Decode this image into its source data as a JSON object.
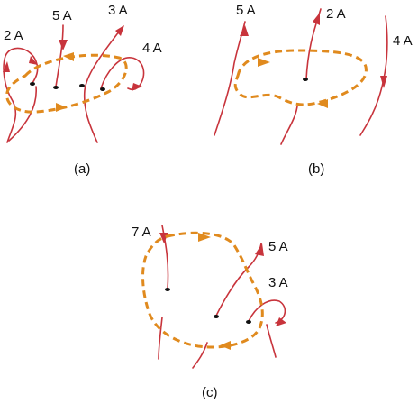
{
  "panels": {
    "a": {
      "caption": "(a)",
      "currents": [
        "2 A",
        "5 A",
        "3 A",
        "4 A"
      ]
    },
    "b": {
      "caption": "(b)",
      "currents": [
        "5 A",
        "2 A",
        "4 A"
      ]
    },
    "c": {
      "caption": "(c)",
      "currents": [
        "7 A",
        "5 A",
        "3 A"
      ]
    }
  },
  "colors": {
    "wire": "#c8343c",
    "loop": "#e08a1e",
    "text": "#111111"
  }
}
